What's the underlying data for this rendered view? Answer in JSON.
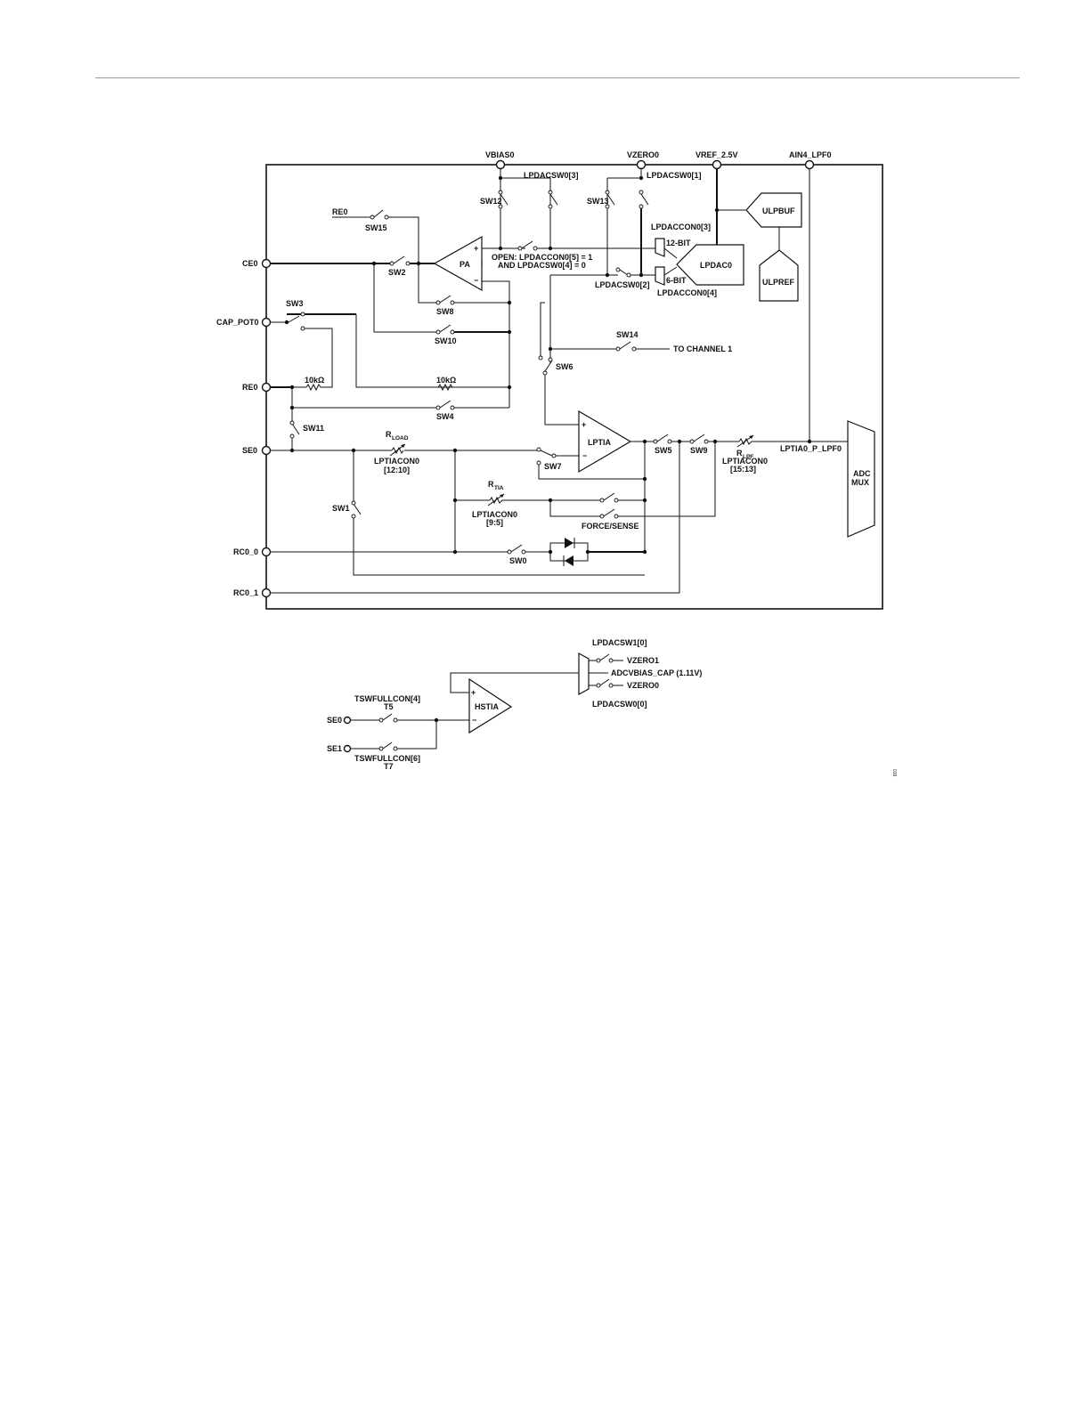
{
  "top_pins": {
    "vbias0": "VBIAS0",
    "vzero0": "VZERO0",
    "vref": "VREF_2.5V",
    "ain4": "AIN4_LPF0"
  },
  "left_pins": {
    "ce0": "CE0",
    "cap_pot0": "CAP_POT0",
    "re0": "RE0",
    "se0": "SE0",
    "rc0_0": "RC0_0",
    "rc0_1": "RC0_1"
  },
  "switches": {
    "sw0": "SW0",
    "sw1": "SW1",
    "sw2": "SW2",
    "sw3": "SW3",
    "sw4": "SW4",
    "sw5": "SW5",
    "sw6": "SW6",
    "sw7": "SW7",
    "sw8": "SW8",
    "sw9": "SW9",
    "sw10": "SW10",
    "sw11": "SW11",
    "sw12": "SW12",
    "sw13": "SW13",
    "sw14": "SW14",
    "sw15": "SW15"
  },
  "blocks": {
    "pa": "PA",
    "lptia": "LPTIA",
    "lpdac0": "LPDAC0",
    "ulpbuf": "ULPBUF",
    "ulpref": "ULPREF",
    "adc_mux": "ADC\nMUX",
    "hstia": "HSTIA"
  },
  "labels": {
    "re0_in": "RE0",
    "lpdacsw0_3": "LPDACSW0[3]",
    "lpdacsw0_1": "LPDACSW0[1]",
    "lpdacsw0_2": "LPDACSW0[2]",
    "lpdaccon0_3": "LPDACCON0[3]",
    "lpdaccon0_4": "LPDACCON0[4]",
    "bit12": "12-BIT",
    "bit6": "6-BIT",
    "open_note_1": "OPEN: LPDACCON0[5] = 1",
    "open_note_2": "AND LPDACSW0[4] = 0",
    "to_channel1": "TO CHANNEL 1",
    "r10k_a": "10kΩ",
    "r10k_b": "10kΩ",
    "rload_r": "R",
    "rload_sub": "LOAD",
    "rload_reg_1": "LPTIACON0",
    "rload_reg_2": "[12:10]",
    "rtia_r": "R",
    "rtia_sub": "TIA",
    "rtia_reg_1": "LPTIACON0",
    "rtia_reg_2": "[9:5]",
    "rlpf_r": "R",
    "rlpf_sub": "LPF",
    "rlpf_reg_1": "LPTIACON0",
    "rlpf_reg_2": "[15:13]",
    "force_sense": "FORCE/SENSE",
    "lptia0_p_lpf0": "LPTIA0_P_LPF0"
  },
  "hstia_section": {
    "lpdacsw1_0": "LPDACSW1[0]",
    "vzero1": "VZERO1",
    "adcvbias": "ADCVBIAS_CAP (1.11V)",
    "vzero0": "VZERO0",
    "lpdacsw0_0": "LPDACSW0[0]",
    "tswfullcon4": "TSWFULLCON[4]",
    "t5": "T5",
    "se0": "SE0",
    "se1": "SE1",
    "tswfullcon6": "TSWFULLCON[6]",
    "t7": "T7"
  },
  "figure_number": "016"
}
